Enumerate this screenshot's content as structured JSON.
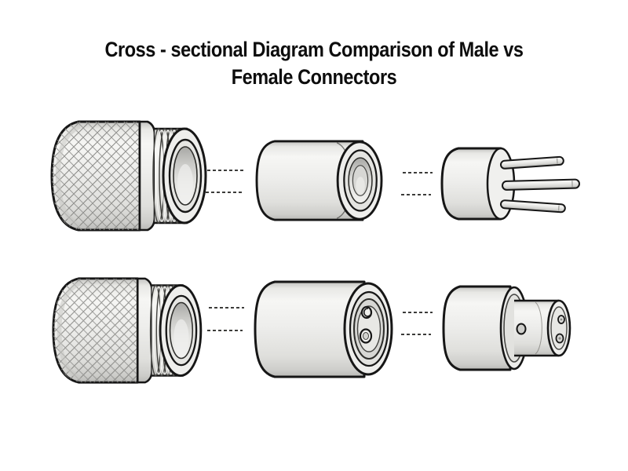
{
  "header": {
    "title_line1": "Cross - sectional Diagram Comparison of Male vs",
    "title_line2": "Female Connectors",
    "title_color": "#0d0d0d"
  },
  "palette": {
    "background": "#ffffff",
    "outline": "#161616",
    "metal_light": "#f2f2f0",
    "metal_mid": "#ebebe8",
    "metal_shadow": "#c4c4c1",
    "knurl_line": "#858582",
    "leader_line": "#3c3c3a"
  },
  "rows": [
    {
      "id": "male",
      "label": "male-connector-exploded-view",
      "parts": [
        {
          "icon": "knurled-coupling-nut-icon"
        },
        {
          "icon": "cylindrical-shell-body-icon"
        },
        {
          "icon": "male-pin-contact-insert-icon",
          "pin_count": 3
        }
      ],
      "leader_line_pairs": 2
    },
    {
      "id": "female",
      "label": "female-connector-exploded-view",
      "parts": [
        {
          "icon": "knurled-coupling-nut-icon"
        },
        {
          "icon": "female-socket-shell-icon",
          "visible_socket_holes": 2
        },
        {
          "icon": "female-socket-contact-insert-icon",
          "visible_socket_holes": 3
        }
      ],
      "leader_line_pairs": 2
    }
  ]
}
